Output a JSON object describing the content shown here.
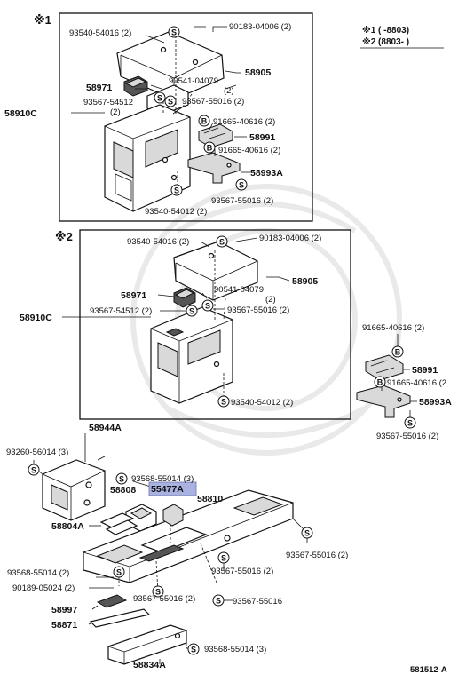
{
  "variants": {
    "v1": "※1",
    "v2": "※2",
    "v1_range": "※1 (      -8803)",
    "v2_range": "※2 (8803-       )"
  },
  "badges": {
    "s": "S",
    "b": "B"
  },
  "labels": {
    "b1_93540_54016": "93540-54016 (2)",
    "b1_90183_04006": "90183-04006 (2)",
    "b1_58905": "58905",
    "b1_58971": "58971",
    "b1_90541_04079": "90541-04079",
    "b1_90541_qty": "(2)",
    "b1_93567_54512": "93567-54512",
    "b1_93567_54512_qty": "(2)",
    "b1_93567_55016": "93567-55016 (2)",
    "b1_58910C": "58910C",
    "b1_91665_40616_a": "91665-40616 (2)",
    "b1_58991": "58991",
    "b1_91665_40616_b": "91665-40616 (2)",
    "b1_58993A": "58993A",
    "b1_93567_55016_b": "93567-55016 (2)",
    "b1_93540_54012": "93540-54012 (2)",
    "b2_93540_54016": "93540-54016 (2)",
    "b2_90183_04006": "90183-04006 (2)",
    "b2_58905": "58905",
    "b2_58971": "58971",
    "b2_90541_04079": "90541-04079",
    "b2_90541_qty": "(2)",
    "b2_93567_54512": "93567-54512 (2)",
    "b2_93567_55016": "93567-55016 (2)",
    "b2_58910C": "58910C",
    "b2_93540_54012": "93540-54012 (2)",
    "r_91665_40616_a": "91665-40616 (2)",
    "r_58991": "58991",
    "r_91665_40616_b": "91665-40616 (2",
    "r_58993A": "58993A",
    "r_93567_55016": "93567-55016 (2)",
    "l_58944A": "58944A",
    "l_93260_56014": "93260-56014 (3)",
    "l_93568_55014_a": "93568-55014 (3)",
    "l_58808": "58808",
    "l_55477A": "55477A",
    "l_58810": "58810",
    "l_58804A": "58804A",
    "l_93567_55016_r": "93567-55016 (2)",
    "l_93568_55014_b": "93568-55014 (2)",
    "l_93567_55016_m": "93567-55016 (2)",
    "l_90189_05024": "90189-05024 (2)",
    "l_93567_55016_c": "93567-55016 (2)",
    "l_93567_55016_d": "93567-55016",
    "l_58997": "58997",
    "l_58871": "58871",
    "l_93568_55014_c": "93568-55014 (3)",
    "l_58834A": "58834A",
    "diagram_code": "581512-A"
  },
  "colors": {
    "highlight": "#aab3df",
    "line": "#111111",
    "shade": "#d9d9d9"
  }
}
